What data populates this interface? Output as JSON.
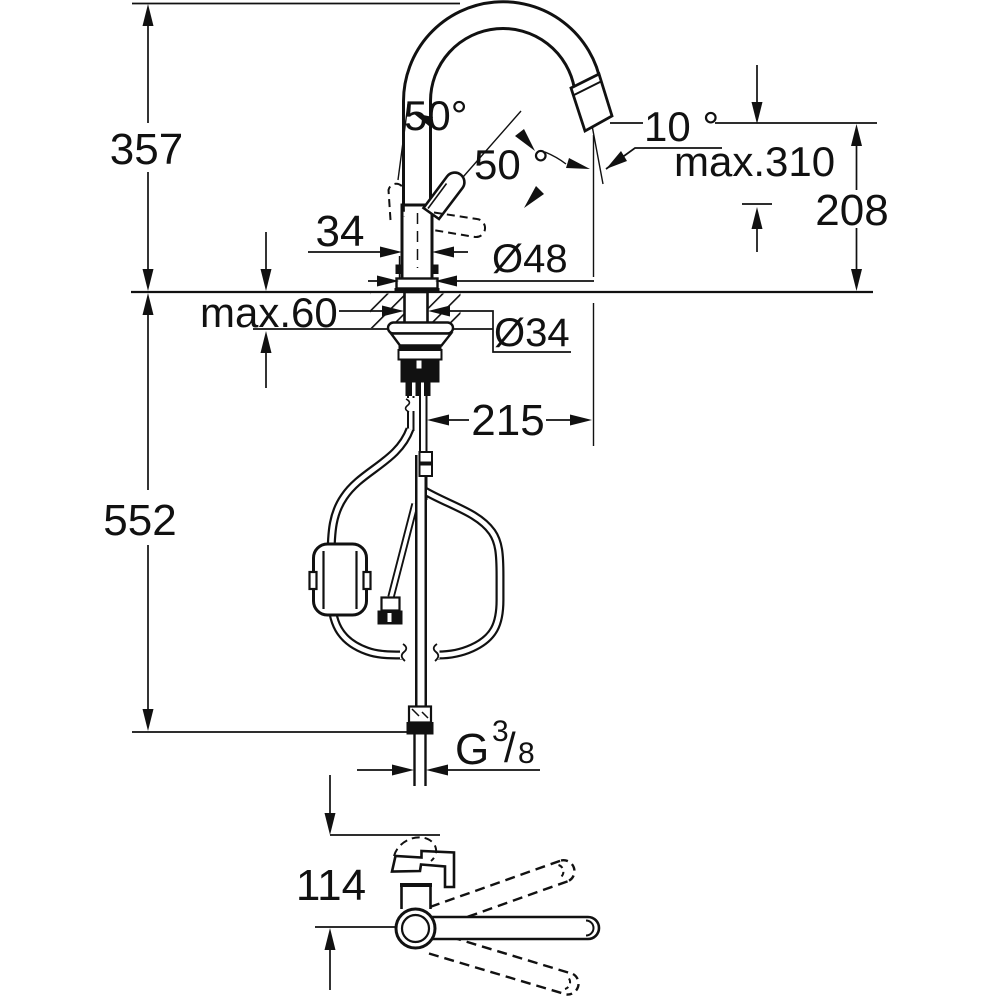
{
  "drawing": {
    "title": "kitchen-faucet-dimension-drawing",
    "colors": {
      "ink": "#111111",
      "paper": "#ffffff"
    },
    "labels": {
      "spout_height": "357",
      "under_height": "552",
      "counter_thickness": "max.60",
      "body_width": "34",
      "base_diameter": "Ø48",
      "shank_diameter": "Ø34",
      "handle_swing": "50°",
      "handle_swing_2": "50 °",
      "spray_angle": "10 °",
      "pullout_max": "max.310",
      "outlet_height": "208",
      "spout_reach": "215",
      "thread_letter": "G",
      "thread_numerator": "3",
      "thread_slash": "/",
      "thread_denominator": "8",
      "swivel_offset": "114"
    }
  }
}
